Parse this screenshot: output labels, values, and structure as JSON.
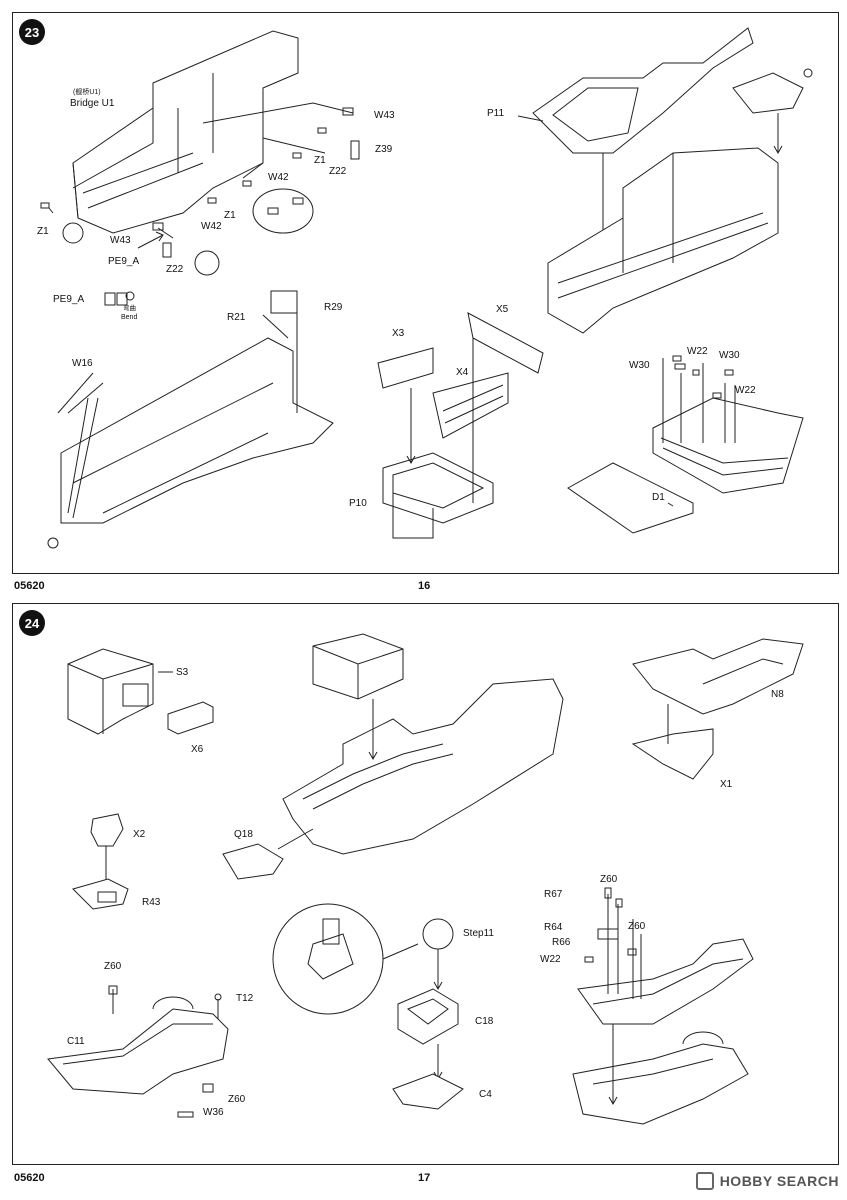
{
  "step23": {
    "badge": "23",
    "labels": {
      "bridge_cn": "(舰桥U1)",
      "bridge_en": "Bridge U1",
      "w43_top": "W43",
      "z39": "Z39",
      "z1_top": "Z1",
      "z22_top": "Z22",
      "w42_top": "W42",
      "z1_mid": "Z1",
      "w42_mid": "W42",
      "z1_left": "Z1",
      "w43_left": "W43",
      "pe9a_1": "PE9_A",
      "z22_left": "Z22",
      "pe9a_2": "PE9_A",
      "bend_cn": "弯曲",
      "bend_en": "Bend",
      "p11": "P11",
      "r29": "R29",
      "r21": "R21",
      "w16": "W16",
      "x5": "X5",
      "x3": "X3",
      "x4": "X4",
      "p10": "P10",
      "w30_left": "W30",
      "w22_top": "W22",
      "w30_right": "W30",
      "w22_right": "W22",
      "d1": "D1"
    }
  },
  "step24": {
    "badge": "24",
    "labels": {
      "s3": "S3",
      "x6": "X6",
      "n8": "N8",
      "x1": "X1",
      "x2": "X2",
      "q18": "Q18",
      "r43": "R43",
      "r67": "R67",
      "z60_a": "Z60",
      "r64": "R64",
      "z60_b": "Z60",
      "r66": "R66",
      "w22": "W22",
      "step11": "Step11",
      "z60_c": "Z60",
      "t12": "T12",
      "c11": "C11",
      "c18": "C18",
      "z60_d": "Z60",
      "w36": "W36",
      "c4": "C4"
    }
  },
  "footer": {
    "code_top": "05620",
    "page_top": "16",
    "code_bottom": "05620",
    "page_bottom": "17"
  },
  "watermark": {
    "text": "HOBBY SEARCH"
  }
}
